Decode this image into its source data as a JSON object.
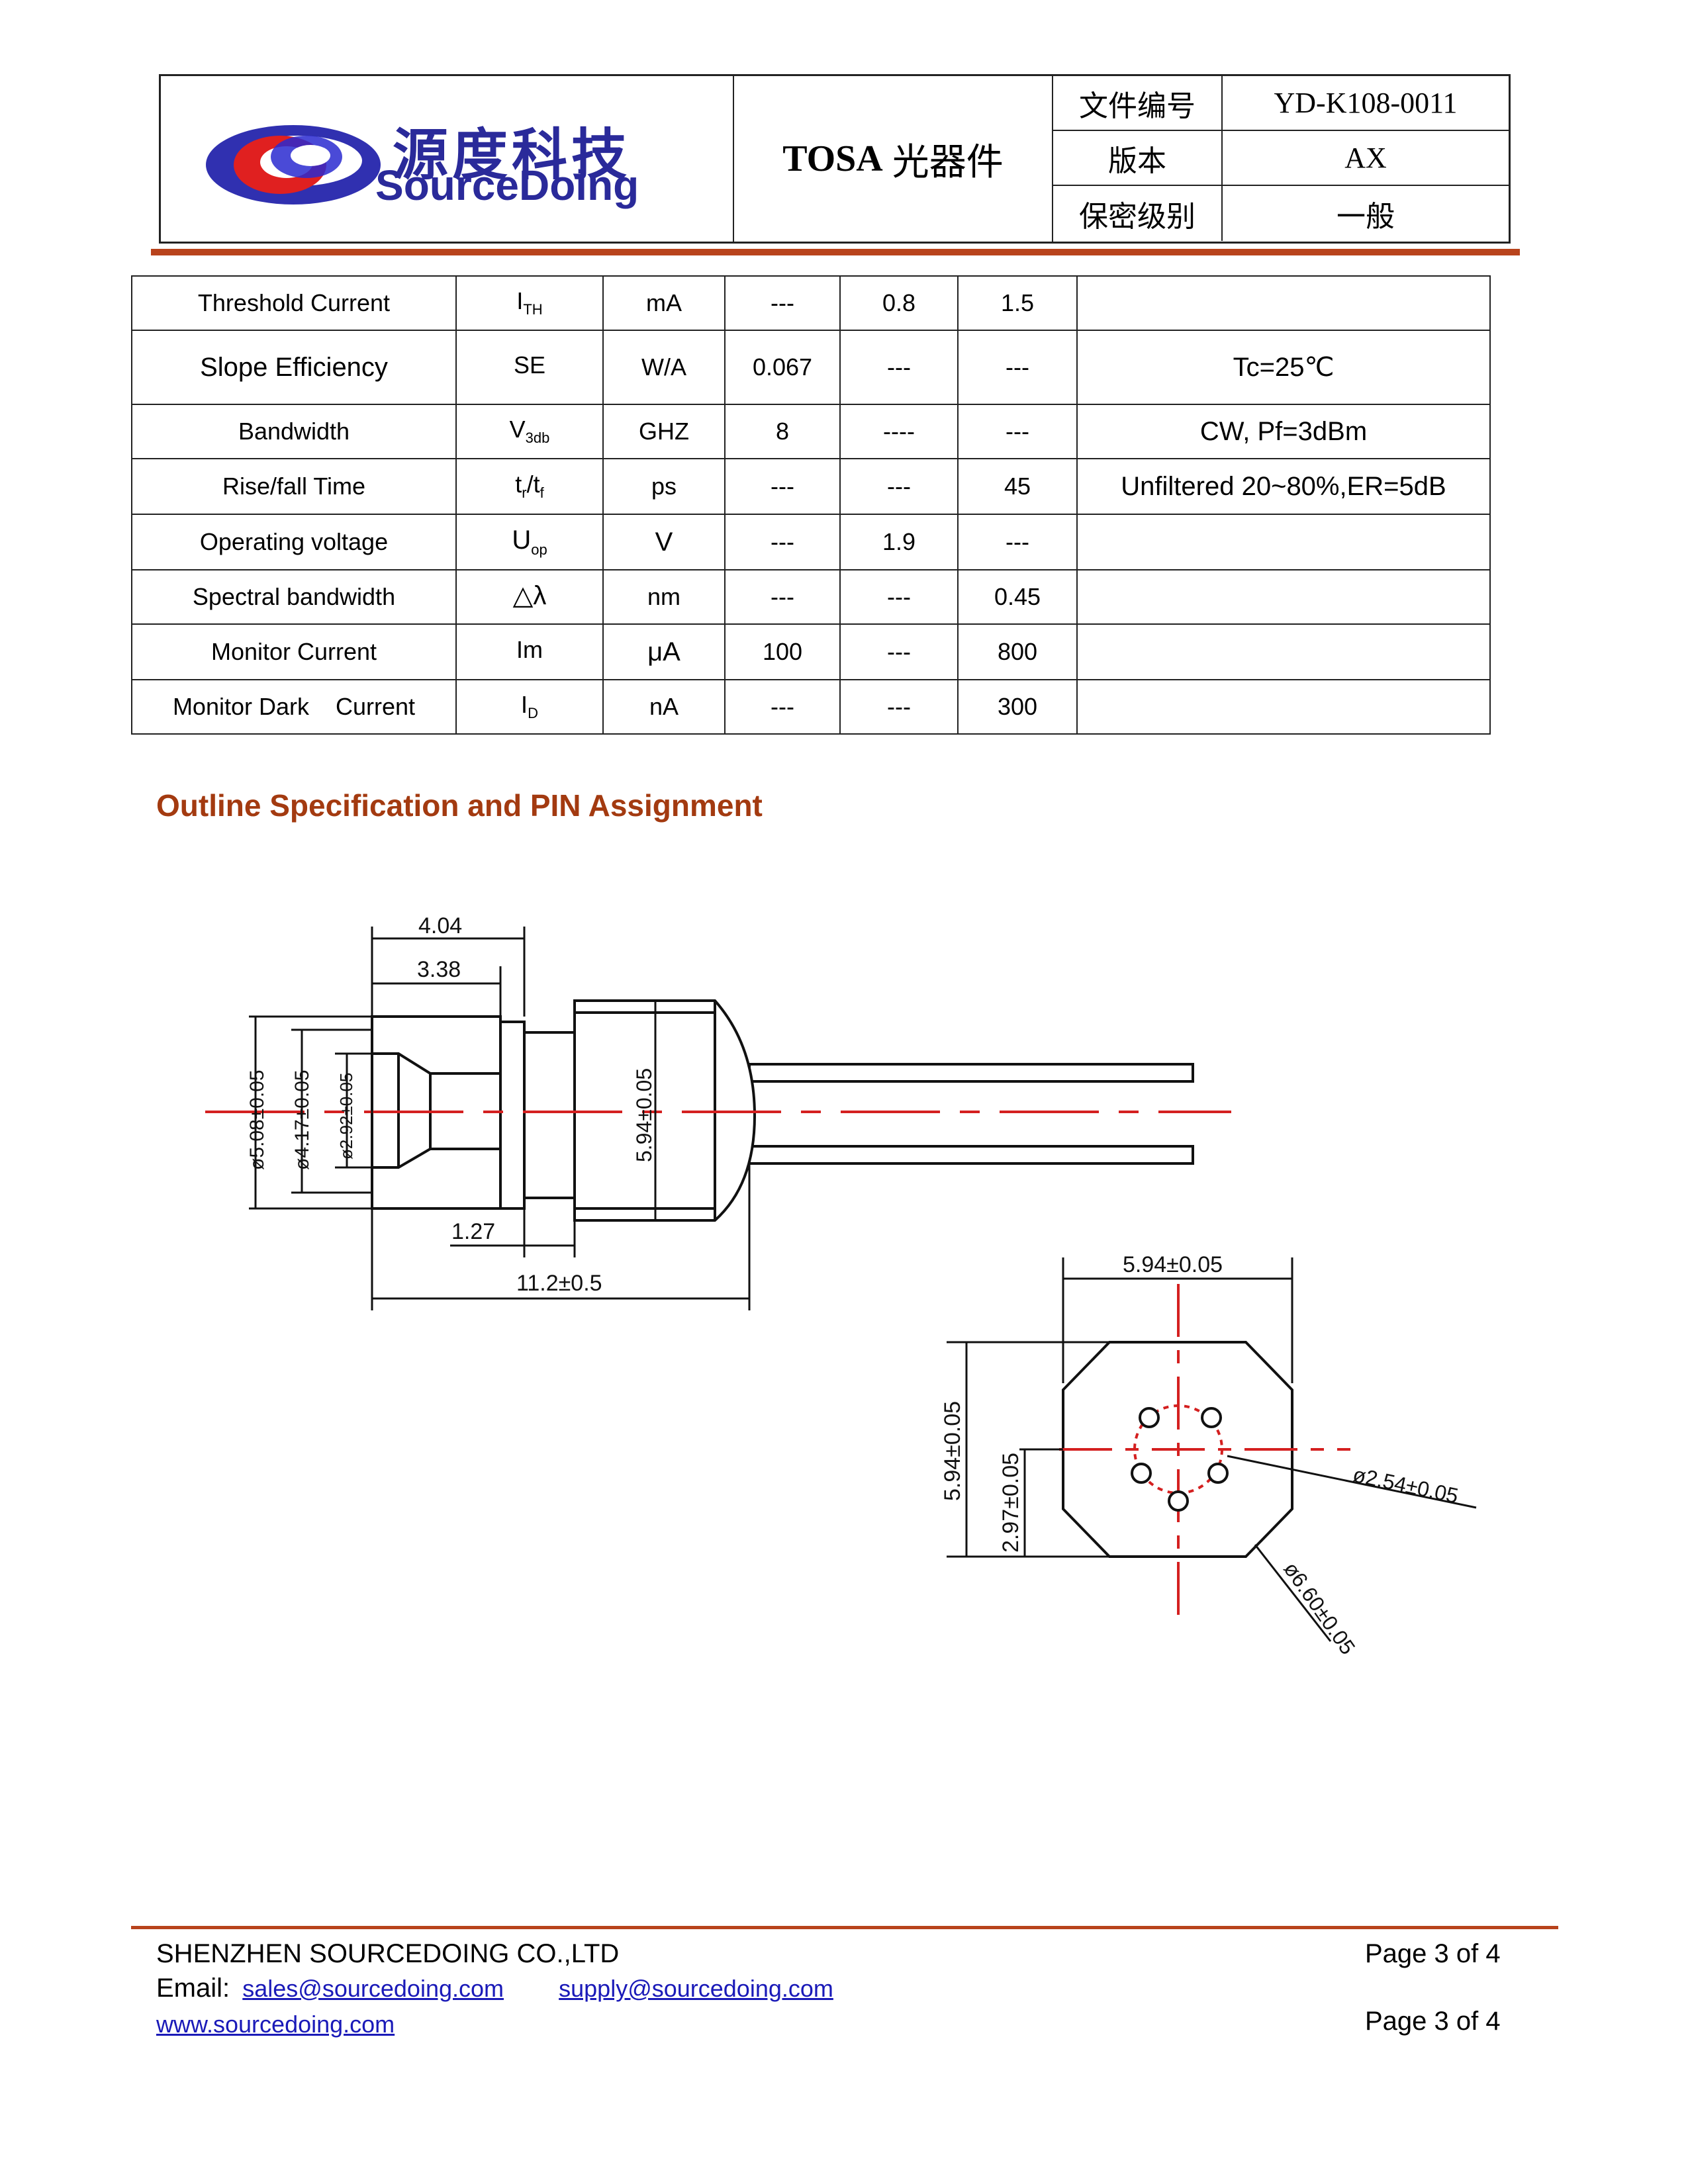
{
  "header": {
    "logo_cn": "源度科技",
    "logo_en": "SourceDoing",
    "title_en": "TOSA",
    "title_cn": "光器件",
    "meta": [
      {
        "key": "文件编号",
        "value": "YD-K108-0011"
      },
      {
        "key": "版本",
        "value": "AX"
      },
      {
        "key": "保密级别",
        "value": "一般"
      }
    ]
  },
  "spec_table": {
    "rows": [
      {
        "param": "Threshold Current",
        "sym": "I",
        "sym_sub": "TH",
        "unit": "mA",
        "min": "---",
        "typ": "0.8",
        "max": "1.5",
        "cond": ""
      },
      {
        "param": "Slope Efficiency",
        "sym": "SE",
        "sym_sub": "",
        "unit": "W/A",
        "min": "0.067",
        "typ": "---",
        "max": "---",
        "cond": "Tc=25℃"
      },
      {
        "param": "Bandwidth",
        "sym": "V",
        "sym_sub": "3db",
        "unit": "GHZ",
        "min": "8",
        "typ": "----",
        "max": "---",
        "cond": "CW, Pf=3dBm"
      },
      {
        "param": "Rise/fall Time",
        "sym": "t",
        "sym_sub": "r",
        "sym2": "/t",
        "sym2_sub": "f",
        "unit": "ps",
        "min": "---",
        "typ": "---",
        "max": "45",
        "cond": "Unfiltered 20~80%,ER=5dB"
      },
      {
        "param": "Operating voltage",
        "sym": "U",
        "sym_sub": "op",
        "unit": "V",
        "min": "---",
        "typ": "1.9",
        "max": "---",
        "cond": ""
      },
      {
        "param": "Spectral bandwidth",
        "sym": "△λ",
        "sym_sub": "",
        "unit": "nm",
        "min": "---",
        "typ": "---",
        "max": "0.45",
        "cond": ""
      },
      {
        "param": "Monitor Current",
        "sym": "Im",
        "sym_sub": "",
        "unit": "μA",
        "min": "100",
        "typ": "---",
        "max": "800",
        "cond": ""
      },
      {
        "param": "Monitor Dark    Current",
        "sym": "I",
        "sym_sub": "D",
        "unit": "nA",
        "min": "---",
        "typ": "---",
        "max": "300",
        "cond": ""
      }
    ]
  },
  "section_title": "Outline Specification and PIN Assignment",
  "drawing": {
    "dims_side": [
      "4.04",
      "3.38",
      "ø5.08±0.05",
      "ø4.17±0.05",
      "ø2.92±0.05",
      "5.94±0.05",
      "1.27",
      "11.2±0.5"
    ],
    "dims_end": [
      "5.94±0.05",
      "5.94±0.05",
      "2.97±0.05",
      "ø2.54±0.05",
      "ø6.60±0.05"
    ]
  },
  "footer": {
    "company": "SHENZHEN SOURCEDOING CO.,LTD",
    "email_label": "Email:",
    "email1": "sales@sourcedoing.com",
    "email2": "supply@sourcedoing.com",
    "website": "www.sourcedoing.com",
    "page_top": "Page 3 of 4",
    "page_bottom": "Page 3 of 4"
  },
  "colors": {
    "accent": "#b8431c",
    "section": "#a33a10",
    "logo_blue": "#2a2a9a",
    "center_line": "#d42020"
  }
}
